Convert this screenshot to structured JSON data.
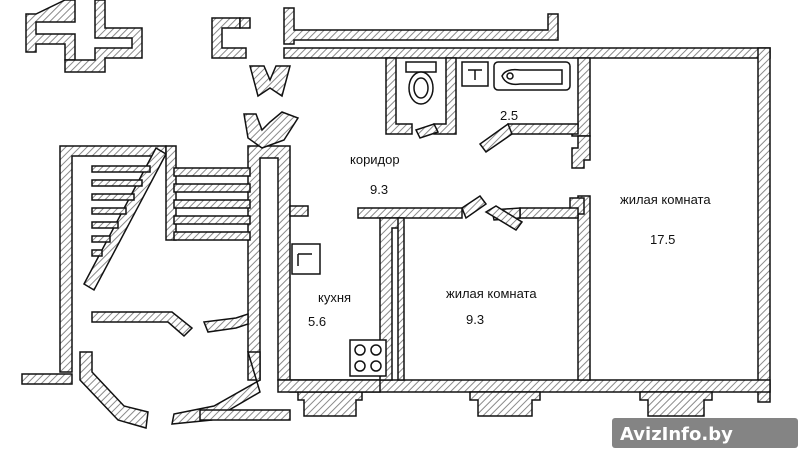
{
  "rooms": {
    "corridor": {
      "name": "коридор",
      "area": "9.3"
    },
    "bathroom": {
      "area": "2.5"
    },
    "kitchen": {
      "name": "кухня",
      "area": "5.6"
    },
    "living_small": {
      "name": "жилая комната",
      "area": "9.3"
    },
    "living_large": {
      "name": "жилая комната",
      "area": "17.5"
    }
  },
  "watermark": "AvizInfo.by",
  "colors": {
    "wall_hatch": "#b0b0b0",
    "wall_stroke": "#111111",
    "background": "#ffffff",
    "watermark_bg": "#6e6e6e"
  }
}
